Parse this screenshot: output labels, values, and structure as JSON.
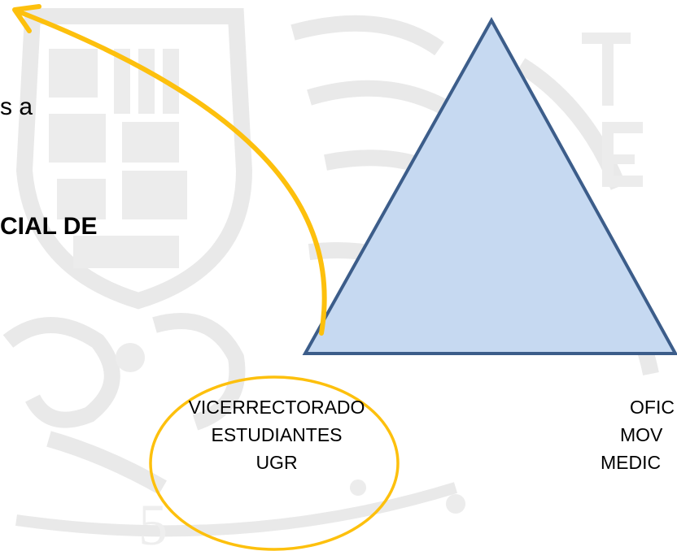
{
  "text_fragments": {
    "fragment_top": "s a",
    "fragment_bold": "CIAL DE"
  },
  "ellipse_node": {
    "lines": [
      "VICERRECTORADO",
      "ESTUDIANTES",
      "UGR"
    ]
  },
  "right_node": {
    "lines": [
      "OFIC",
      "MOV",
      "MEDIC"
    ]
  },
  "colors": {
    "triangle_fill": "#c6d9f1",
    "triangle_stroke": "#3c5d8a",
    "highlight": "#fdc00d",
    "watermark": "#e9e9e9"
  },
  "icons": {
    "background": "university-crest-watermark",
    "arrow": "curved-arrow"
  }
}
